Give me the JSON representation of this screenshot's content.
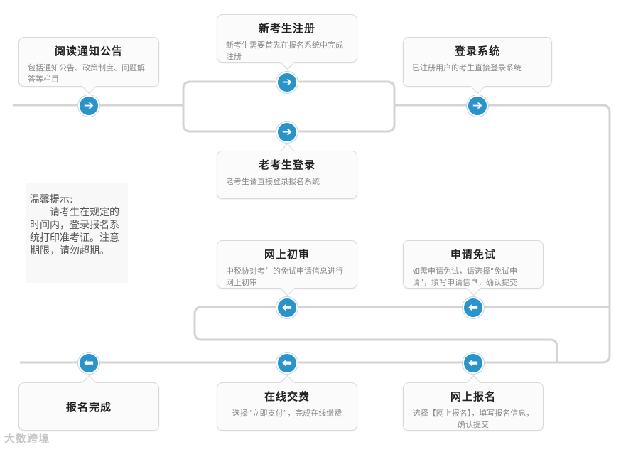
{
  "steps": {
    "read_notice": {
      "title": "阅读通知公告",
      "desc": "包括通知公告、政策制度、问题解答等栏目"
    },
    "new_candidate": {
      "title": "新考生注册",
      "desc": "新考生需要首先在报名系统中完成注册"
    },
    "login": {
      "title": "登录系统",
      "desc": "已注册用户的考生直接登录系统"
    },
    "old_candidate": {
      "title": "老考生登录",
      "desc": "老考生请直接登录报名系统"
    },
    "preliminary_review": {
      "title": "网上初审",
      "desc": "中税协对考生的免试申请信息进行网上初审"
    },
    "apply_exemption": {
      "title": "申请免试",
      "desc": "如需申请免试，请选择\"免试申请\"，填写申请信息，确认提交"
    },
    "online_registration": {
      "title": "网上报名",
      "desc": "选择【网上报名】，填写报名信息，确认提交"
    },
    "online_payment": {
      "title": "在线交费",
      "desc": "选择“立即支付”，完成在线缴费"
    },
    "registration_complete": {
      "title": "报名完成"
    }
  },
  "tip": {
    "title": "温馨提示:",
    "body": "请考生在规定的时间内，登录报名系统打印准考证。注意期限，请勿超期。"
  },
  "watermark": "大数跨境",
  "colors": {
    "node": "#2a93c9",
    "line": "#d4d4d4",
    "card_border": "#d9d9d9"
  },
  "icons": {
    "forward": "arrow-right-icon",
    "back": "arrow-left-icon"
  }
}
